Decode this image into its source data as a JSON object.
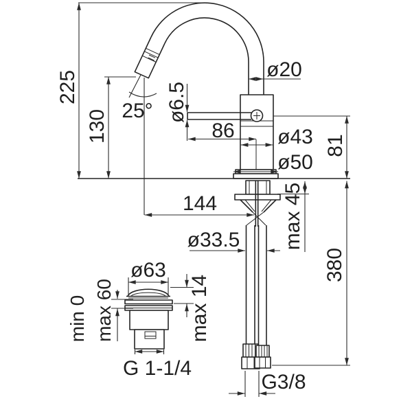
{
  "drawing": {
    "subject": "single-lever bidet mixer with swivel spout, flexible supply hoses and clic-clac pop-up waste",
    "colors": {
      "line": "#242424",
      "background": "#ffffff"
    }
  },
  "labels": {
    "overall_height": "225",
    "spout_tip_height": "130",
    "spout_angle": "25°",
    "outlet_diameter": "ø6.5",
    "spout_tube_diameter": "ø20",
    "lever_length": "86",
    "body_diameter": "ø43",
    "base_diameter": "ø50",
    "deck_to_spout_height": "81",
    "max_mounting_thickness": "max 45",
    "spout_reach": "144",
    "mounting_hole_diameter": "ø33.5",
    "supply_hose_length": "380",
    "supply_hose_thread": "G3/8",
    "waste_cap_diameter": "ø63",
    "waste_min_height": "min 0",
    "waste_max_height": "max 60",
    "waste_cap_travel": "max 14",
    "waste_thread": "G 1-1/4"
  }
}
